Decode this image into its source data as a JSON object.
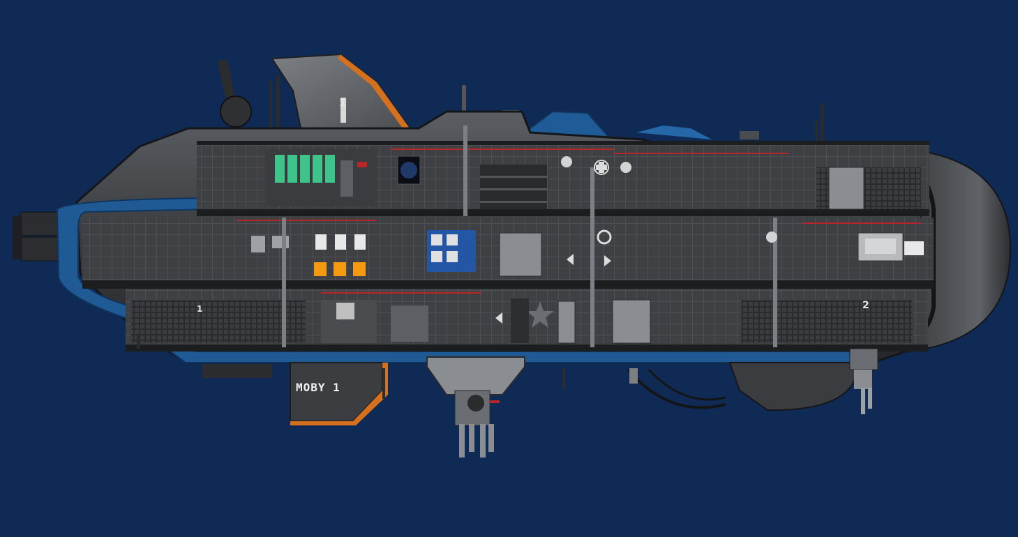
{
  "ship": {
    "hull_name": "MOBY 1",
    "deck_markers": [
      "1",
      "1",
      "2"
    ]
  },
  "colors": {
    "background": "#0e2a55",
    "hull_dark": "#2e2f31",
    "hull_mid": "#4a4c4f",
    "hull_light": "#6d7074",
    "trim_blue": "#2a5f9a",
    "accent_orange": "#d4701e",
    "pipe_red": "#b8262a",
    "terminal_green": "#3ec48a"
  },
  "icons": [
    "fan-icon",
    "medical-cross-icon",
    "gear-icon",
    "star-icon",
    "arrow-icon",
    "target-icon"
  ]
}
